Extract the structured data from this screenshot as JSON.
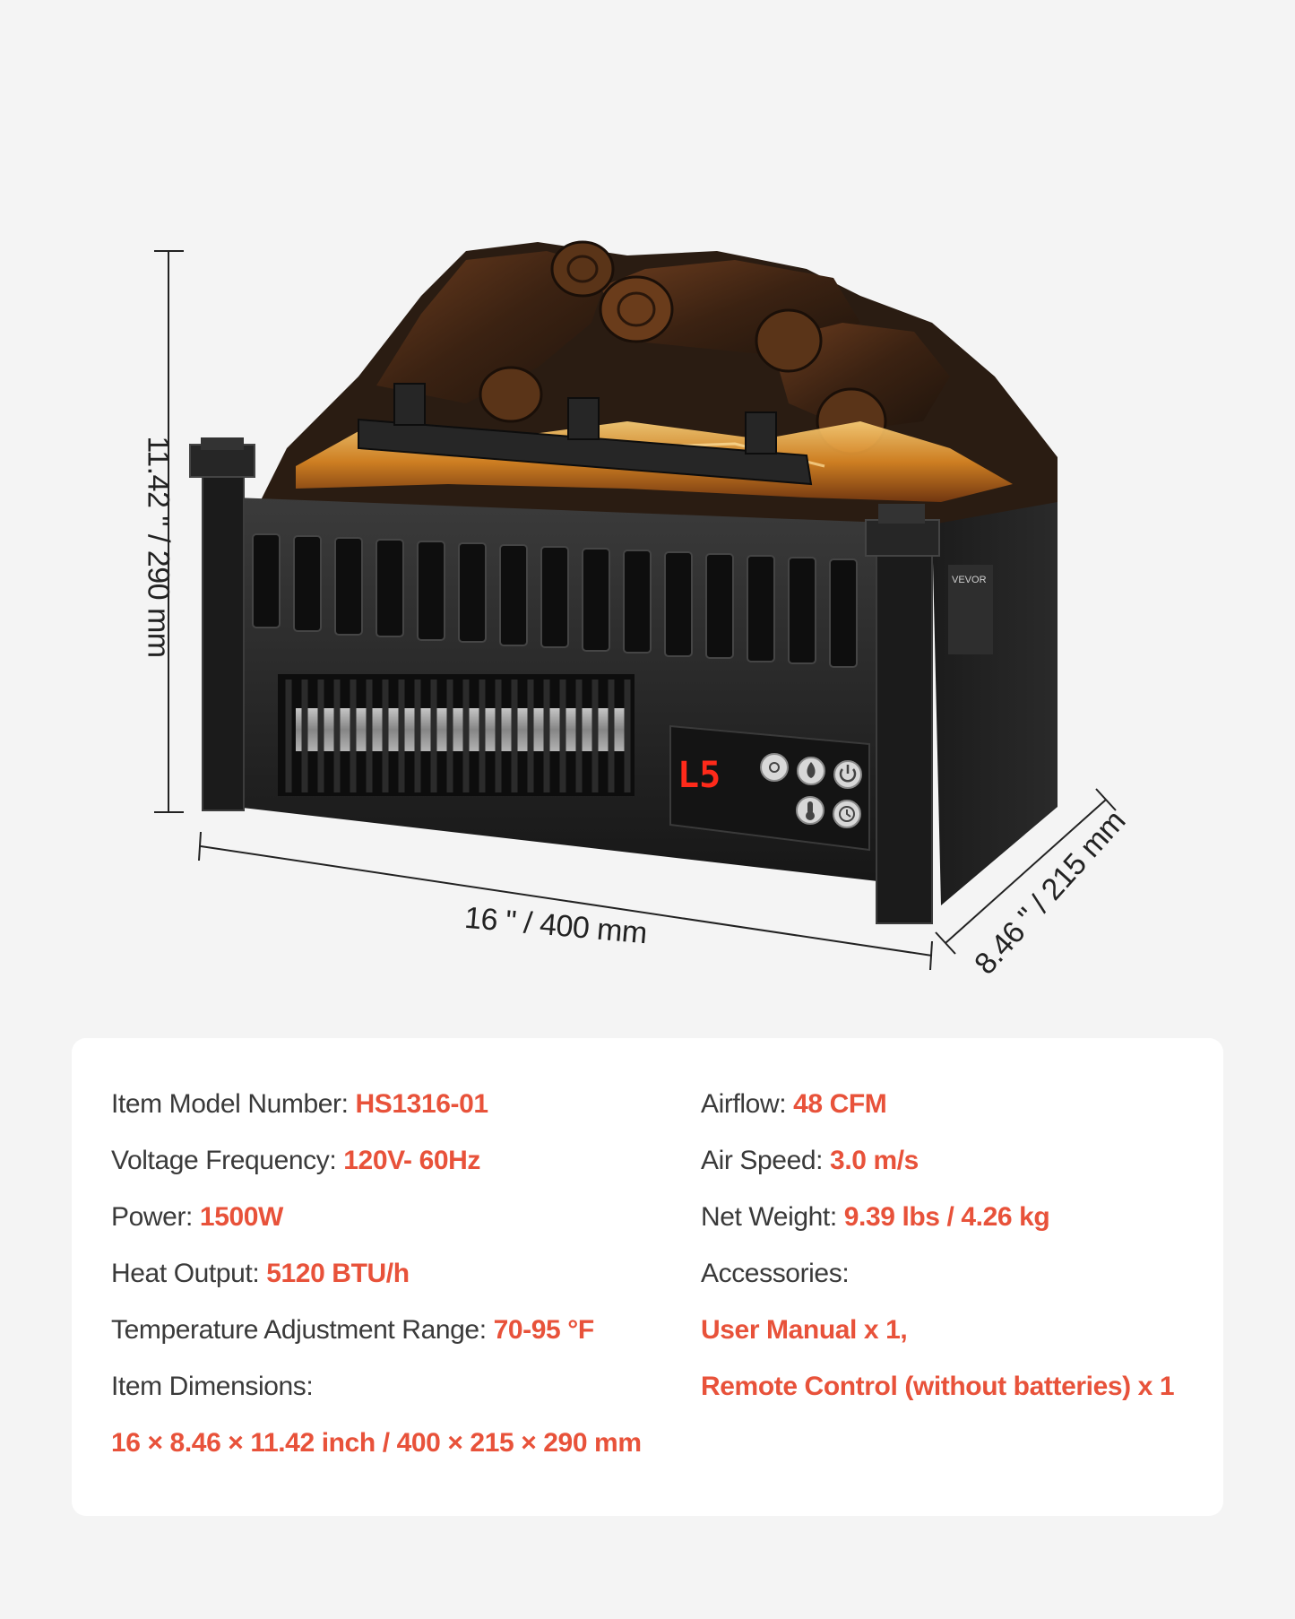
{
  "dimensions": {
    "height": "11.42 \" / 290 mm",
    "width": "16 \" / 400 mm",
    "depth": "8.46 \" / 215 mm"
  },
  "product": {
    "brand": "VEVOR",
    "display": "L5"
  },
  "colors": {
    "accent": "#e8523a",
    "label": "#3a3a3a",
    "background": "#f4f4f4",
    "card": "#ffffff"
  },
  "specs": {
    "left": [
      {
        "label": "Item Model Number: ",
        "value": "HS1316-01"
      },
      {
        "label": "Voltage Frequency: ",
        "value": "120V- 60Hz"
      },
      {
        "label": "Power: ",
        "value": "1500W"
      },
      {
        "label": "Heat Output: ",
        "value": "5120 BTU/h"
      },
      {
        "label": "Temperature Adjustment Range: ",
        "value": "70-95 °F"
      },
      {
        "label": "Item Dimensions:",
        "value": ""
      },
      {
        "label": "",
        "value": "16 × 8.46 × 11.42 inch / 400 × 215 × 290 mm"
      }
    ],
    "right": [
      {
        "label": "Airflow: ",
        "value": "48 CFM"
      },
      {
        "label": "Air Speed:  ",
        "value": "3.0 m/s"
      },
      {
        "label": "Net Weight: ",
        "value": "9.39 lbs / 4.26 kg"
      },
      {
        "label": "Accessories:",
        "value": ""
      },
      {
        "label": "",
        "value": "User Manual x 1,"
      },
      {
        "label": "",
        "value": "Remote Control (without batteries) x 1"
      }
    ]
  }
}
